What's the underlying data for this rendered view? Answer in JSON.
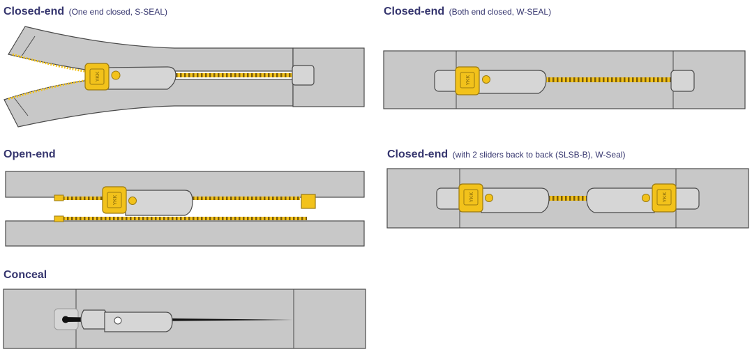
{
  "diagrams": [
    {
      "id": "s-seal",
      "title": "Closed-end",
      "subtitle": "(One end closed, S-SEAL)"
    },
    {
      "id": "w-seal",
      "title": "Closed-end",
      "subtitle": "(Both end closed, W-SEAL)"
    },
    {
      "id": "open-end",
      "title": "Open-end",
      "subtitle": ""
    },
    {
      "id": "slsb",
      "title": "Closed-end",
      "subtitle": "(with 2 sliders back to back (SLSB-B), W-Seal)"
    },
    {
      "id": "conceal",
      "title": "Conceal",
      "subtitle": ""
    }
  ],
  "slider_mark": "YKK",
  "colors": {
    "tape": "#c8c8c8",
    "outline": "#4a4a4a",
    "slider_fill": "#d6d6d6",
    "brass": "#f2c21b",
    "brass_dark": "#9a7a10",
    "title": "#35356e",
    "conceal_coil": "#111111"
  }
}
